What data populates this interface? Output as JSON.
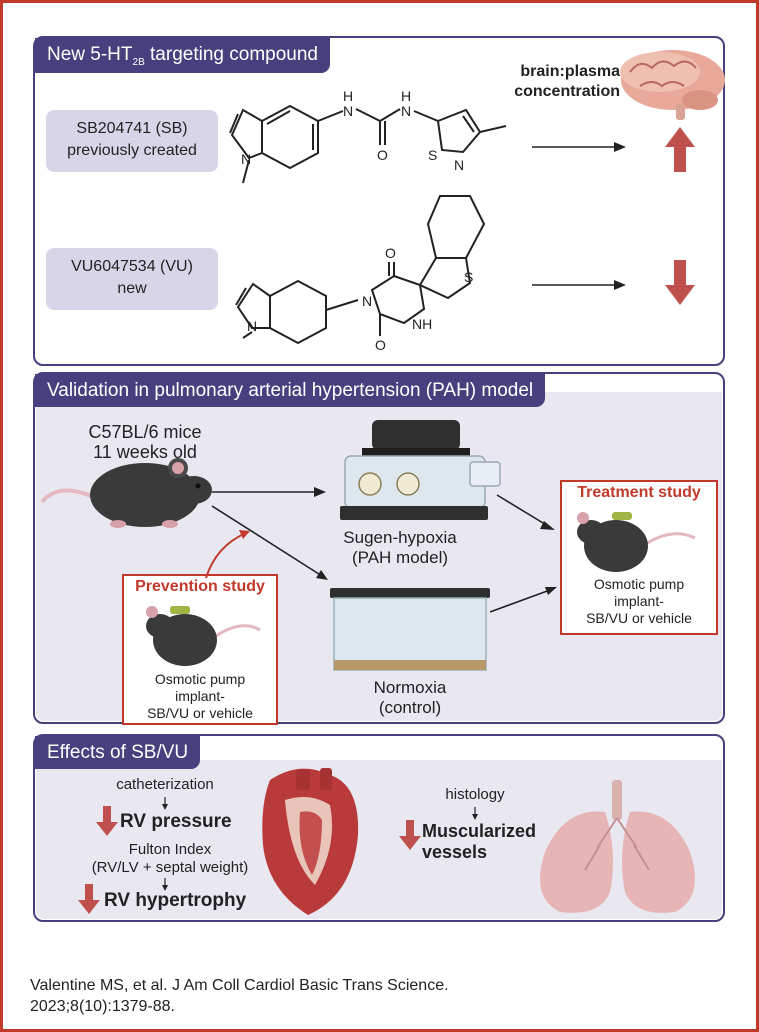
{
  "section1": {
    "title_main": "New 5-HT",
    "title_sub": "2B",
    "title_end": " targeting compound",
    "brain_label": "brain:plasma concentration",
    "compound1": {
      "name": "SB204741 (SB)",
      "note": "previously created",
      "effect": "increase"
    },
    "compound2": {
      "name": "VU6047534 (VU)",
      "note": "new",
      "effect": "decrease"
    },
    "atoms": {
      "N": "N",
      "H": "H",
      "O": "O",
      "S": "S",
      "NH": "NH"
    }
  },
  "section2": {
    "title": "Validation in pulmonary arterial hypertension (PAH) model",
    "mice_label": "C57BL/6 mice",
    "mice_age": "11 weeks old",
    "hypoxia_label": "Sugen-hypoxia",
    "hypoxia_sub": "(PAH model)",
    "normoxia_label": "Normoxia",
    "normoxia_sub": "(control)",
    "prevention": {
      "title": "Prevention study",
      "l1": "Osmotic pump",
      "l2": "implant-",
      "l3": "SB/VU or vehicle"
    },
    "treatment": {
      "title": "Treatment study",
      "l1": "Osmotic pump",
      "l2": "implant-",
      "l3": "SB/VU or vehicle"
    }
  },
  "section3": {
    "title": "Effects of SB/VU",
    "catheterization": "catheterization",
    "rv_pressure": "RV pressure",
    "fulton": "Fulton Index",
    "fulton_sub": "(RV/LV + septal weight)",
    "rv_hypertrophy": "RV hypertrophy",
    "histology": "histology",
    "muscularized1": "Muscularized",
    "muscularized2": "vessels"
  },
  "citation": {
    "line1": "Valentine MS, et al. J Am Coll Cardiol Basic Trans Science.",
    "line2": "2023;8(10):1379-88."
  },
  "colors": {
    "frame": "#c0392b",
    "panel": "#46407e",
    "pill": "#d9d5e8",
    "arrow_red": "#c0504d",
    "study_box": "#c0392b",
    "section_bg": "#e9e8f1"
  }
}
